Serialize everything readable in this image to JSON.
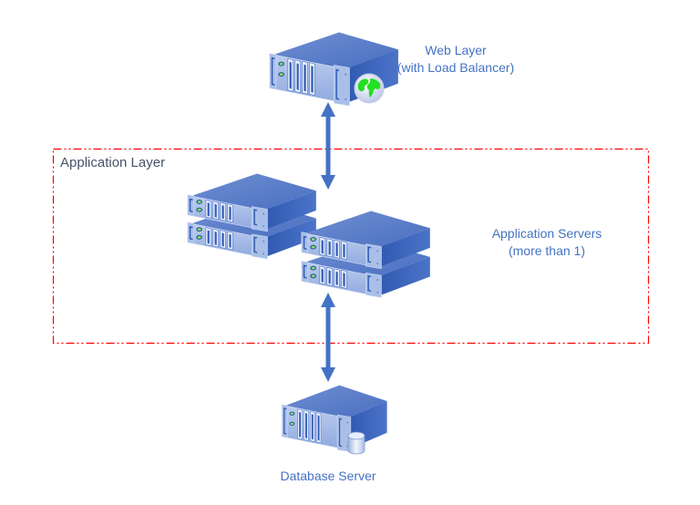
{
  "colors": {
    "label_text": "#4472c4",
    "layer_text": "#44546a",
    "boundary": "#ff0000",
    "arrow": "#4472c4",
    "server_top": "#5b7ec7",
    "server_side": "#3a62b8",
    "server_front": "#a6bde6"
  },
  "nodes": {
    "web": {
      "title": "Web Layer",
      "subtitle": "(with Load Balancer)",
      "badge_icon": "globe-icon"
    },
    "app": {
      "title": "Application Servers",
      "subtitle": "(more than 1)",
      "count": 4
    },
    "db": {
      "title": "Database Server",
      "badge_icon": "database-cylinder-icon"
    }
  },
  "boundary": {
    "label": "Application Layer",
    "style": "dash-dot-dot"
  },
  "connections": [
    {
      "from": "web",
      "to": "app",
      "direction": "bidirectional"
    },
    {
      "from": "app",
      "to": "db",
      "direction": "bidirectional"
    }
  ]
}
